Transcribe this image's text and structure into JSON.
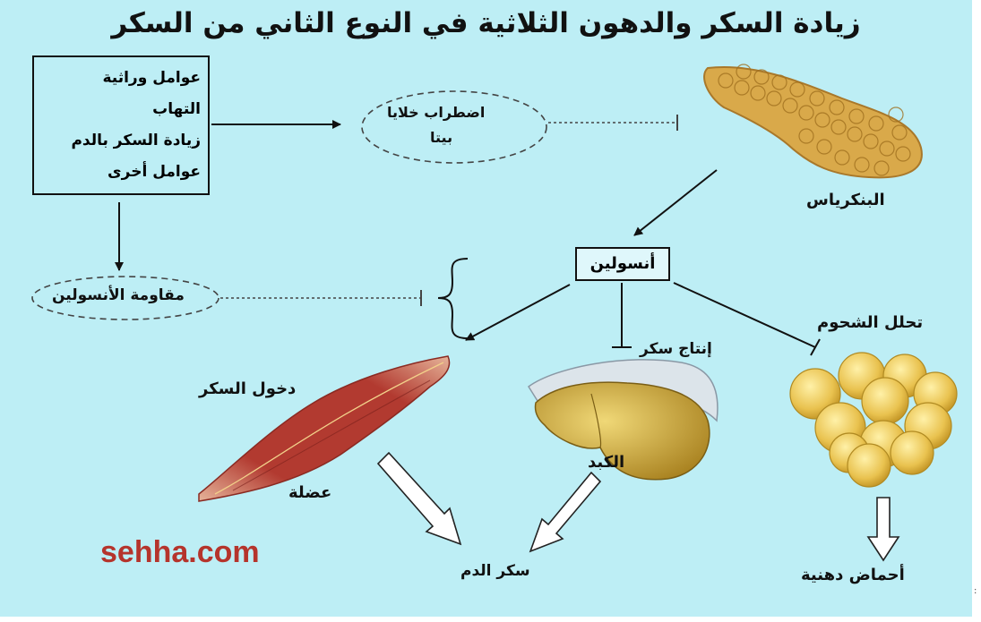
{
  "title": "زيادة السكر والدهون الثلاثية في النوع الثاني من السكر",
  "factors": [
    "عوامل وراثية",
    "التهاب",
    "زيادة السكر بالدم",
    "عوامل أخرى"
  ],
  "beta_dysfunction": [
    "اضطراب خلايا",
    "بيتا"
  ],
  "pancreas": "البنكرياس",
  "insulin": "أنسولين",
  "insulin_resistance": "مقاومة الأنسولين",
  "sugar_production": "إنتاج سكر",
  "lipolysis": "تحلل الشحوم",
  "sugar_entry": "دخول السكر",
  "muscle": "عضلة",
  "liver": "الكبد",
  "blood_sugar": "سكر الدم",
  "fatty_acids": "أحماض دهنية",
  "watermark": "sehha.com",
  "corner_mark": ":",
  "colors": {
    "background": "#bdeef5",
    "pancreas": "#d9a94a",
    "fat_cell": "#e8c04e",
    "liver": "#c9a437",
    "muscle": "#b4463a",
    "watermark": "#b5342c"
  }
}
